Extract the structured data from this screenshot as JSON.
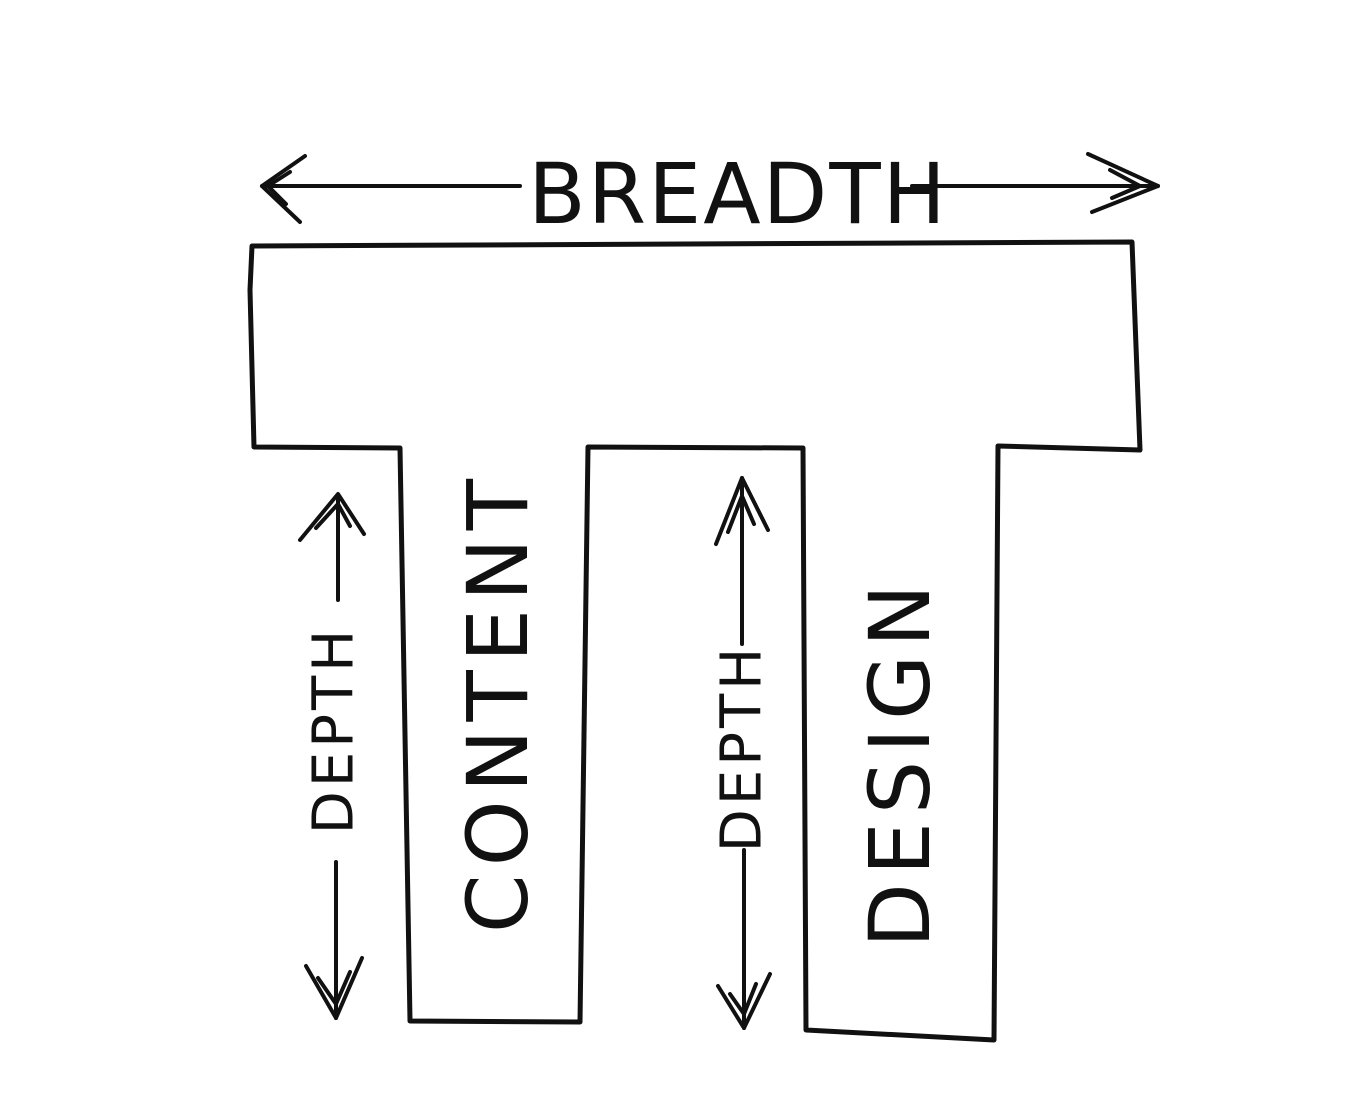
{
  "labels": {
    "breadth": "BREADTH",
    "depth_left": "DEPTH",
    "content": "CONTENT",
    "depth_right": "DEPTH",
    "design": "DESIGN"
  },
  "colors": {
    "ink": "#111111",
    "background": "#ffffff"
  }
}
